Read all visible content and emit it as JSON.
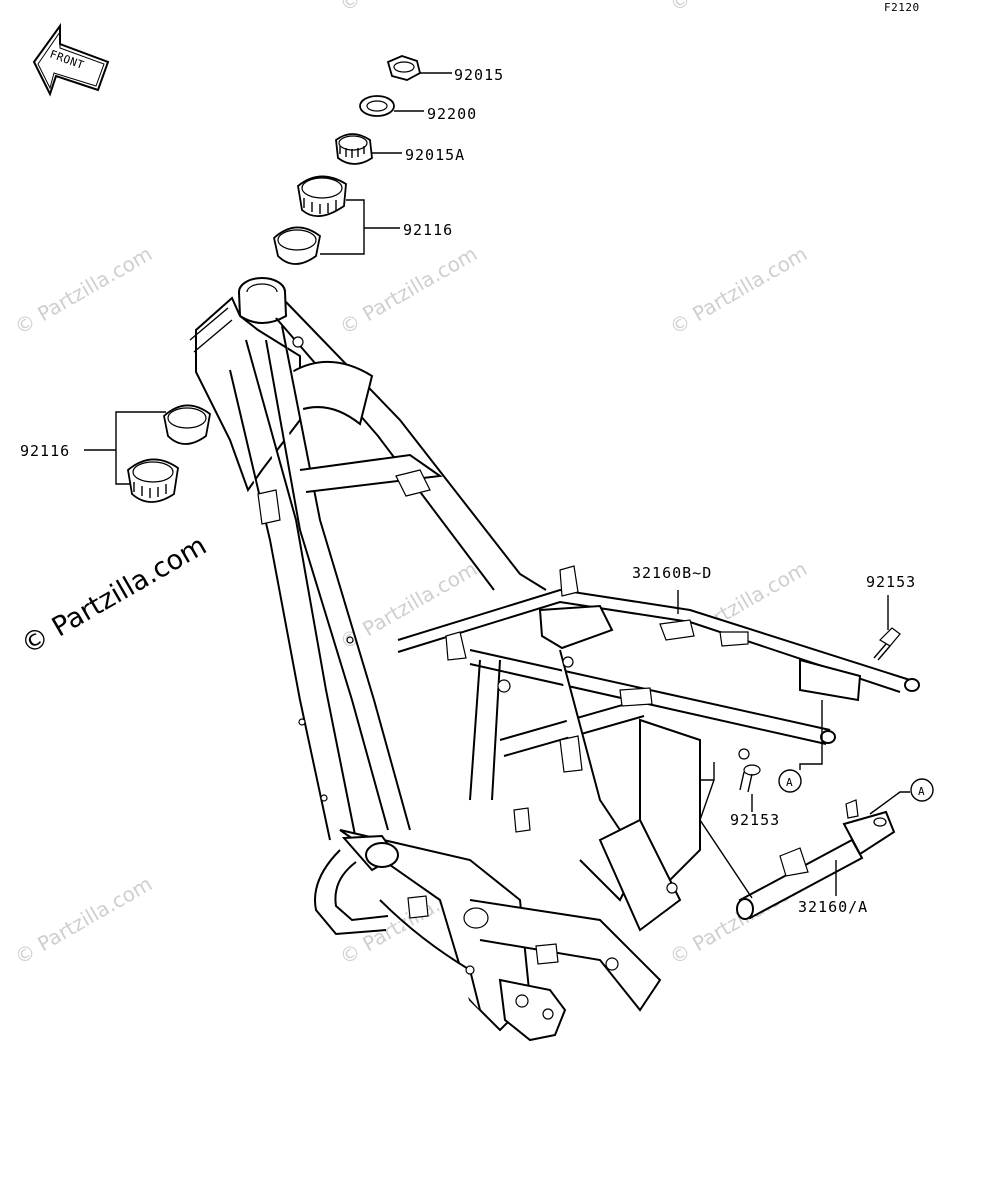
{
  "figure_code": "F2120",
  "front_badge": "FRONT",
  "watermark": "© Partzilla.com",
  "watermark_main": "© Partzilla.com",
  "callouts": {
    "nut_92015": "92015",
    "washer_92200": "92200",
    "nut_92015A": "92015A",
    "bearing_92116_upper": "92116",
    "bearing_92116_lower": "92116",
    "frame_32160B_D": "32160B~D",
    "bolt_92153_right": "92153",
    "bolt_92153_mid": "92153",
    "stay_32160_A": "32160/A"
  },
  "connectors": {
    "a_frame": "A",
    "a_stay": "A"
  }
}
